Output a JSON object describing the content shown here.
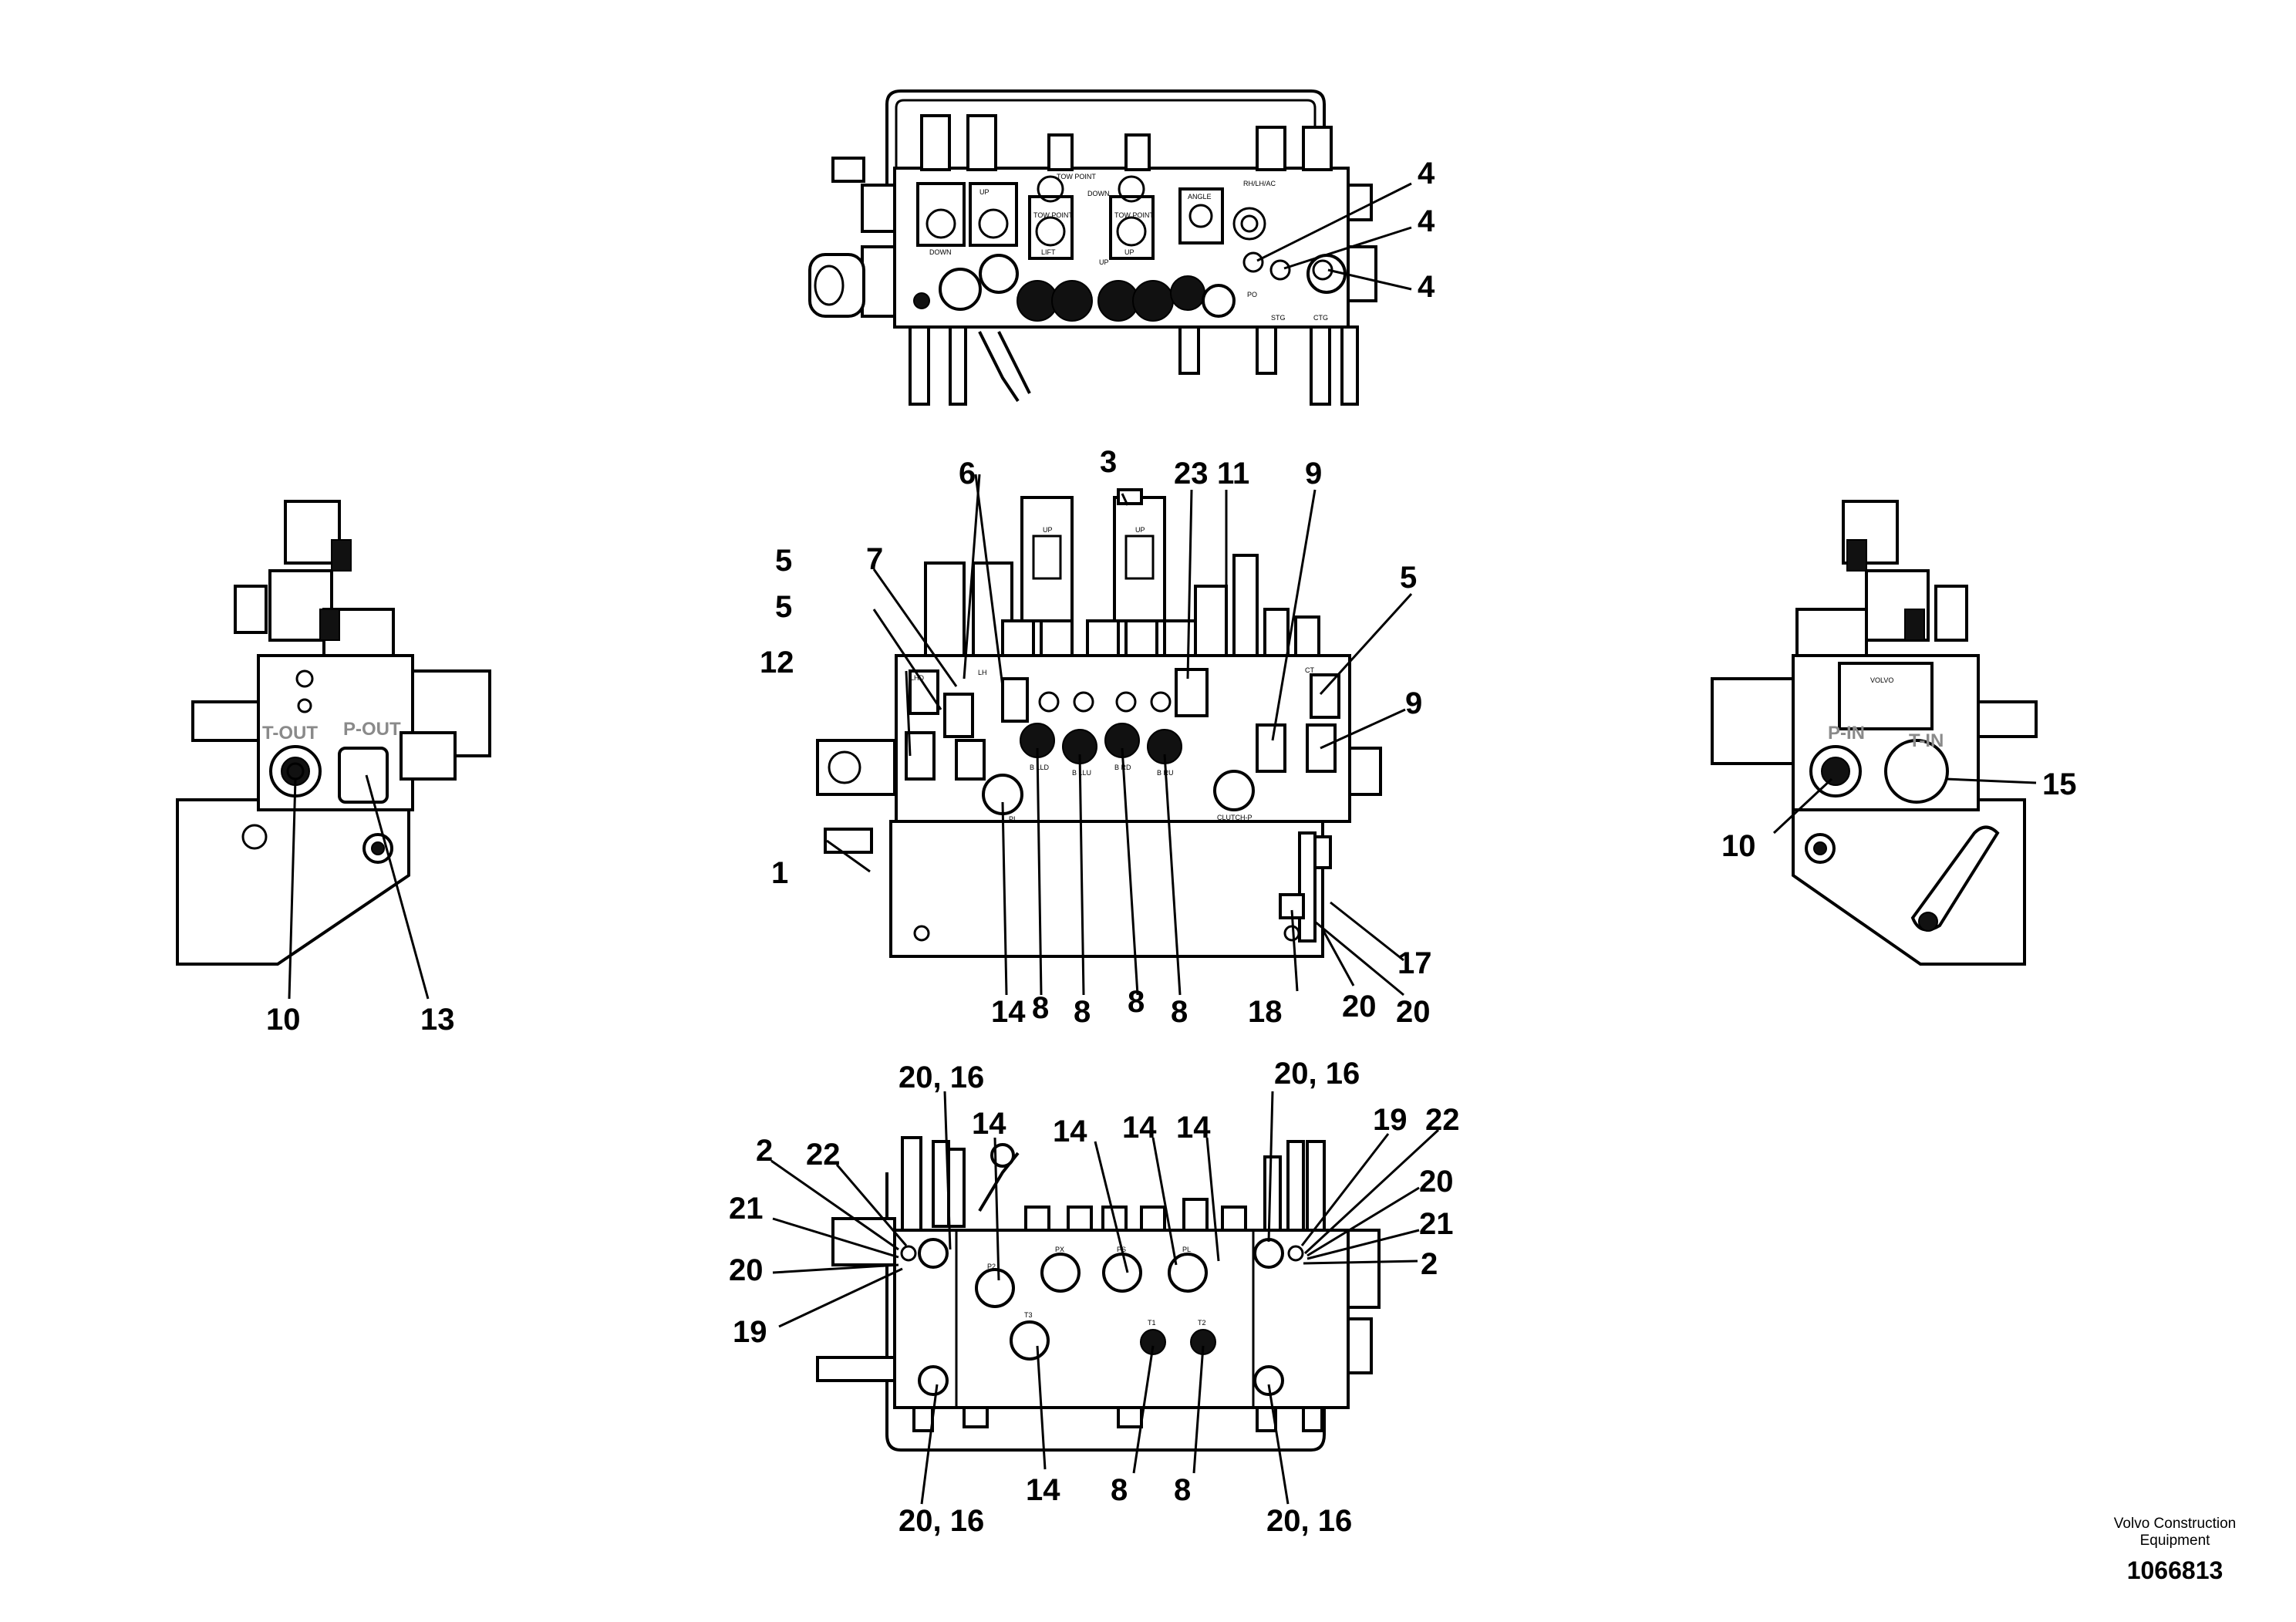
{
  "credit": {
    "company": "Volvo Construction Equipment",
    "drawing_number": "1066813"
  },
  "views": {
    "top": {
      "callouts": [
        "4",
        "4",
        "4"
      ],
      "ports": [
        "PO",
        "STG",
        "CTG"
      ],
      "markings": [
        "TOW POINT",
        "DOWN",
        "UP",
        "RH/LH/AC",
        "TOW POINT",
        "LIFT",
        "TOW POINT",
        "UP",
        "ANGLE",
        "UP",
        "DOWN"
      ]
    },
    "front": {
      "callouts": [
        "7",
        "6",
        "3",
        "23",
        "11",
        "9",
        "5",
        "5",
        "12",
        "5",
        "9",
        "1",
        "14",
        "8",
        "8",
        "8",
        "8",
        "18",
        "20",
        "17",
        "20"
      ],
      "ports": [
        "LHD",
        "LH",
        "B LLD",
        "B LLU",
        "B RD",
        "B RU",
        "PI",
        "CLUTCH-P",
        "CT",
        "UP",
        "UP"
      ]
    },
    "bottom": {
      "callouts": [
        "20, 16",
        "14",
        "14",
        "14",
        "14",
        "20, 16",
        "2",
        "22",
        "19",
        "22",
        "21",
        "20",
        "20",
        "21",
        "19",
        "2",
        "14",
        "8",
        "8",
        "20, 16",
        "20, 16"
      ],
      "ports": [
        "P2",
        "T3",
        "PX",
        "PS",
        "PL",
        "T1",
        "T2"
      ]
    },
    "left": {
      "callouts": [
        "10",
        "13"
      ],
      "ports": [
        "T-OUT",
        "P-OUT"
      ]
    },
    "right": {
      "callouts": [
        "15",
        "10"
      ],
      "ports": [
        "P-IN",
        "T-IN"
      ],
      "badge": "VOLVO"
    }
  }
}
